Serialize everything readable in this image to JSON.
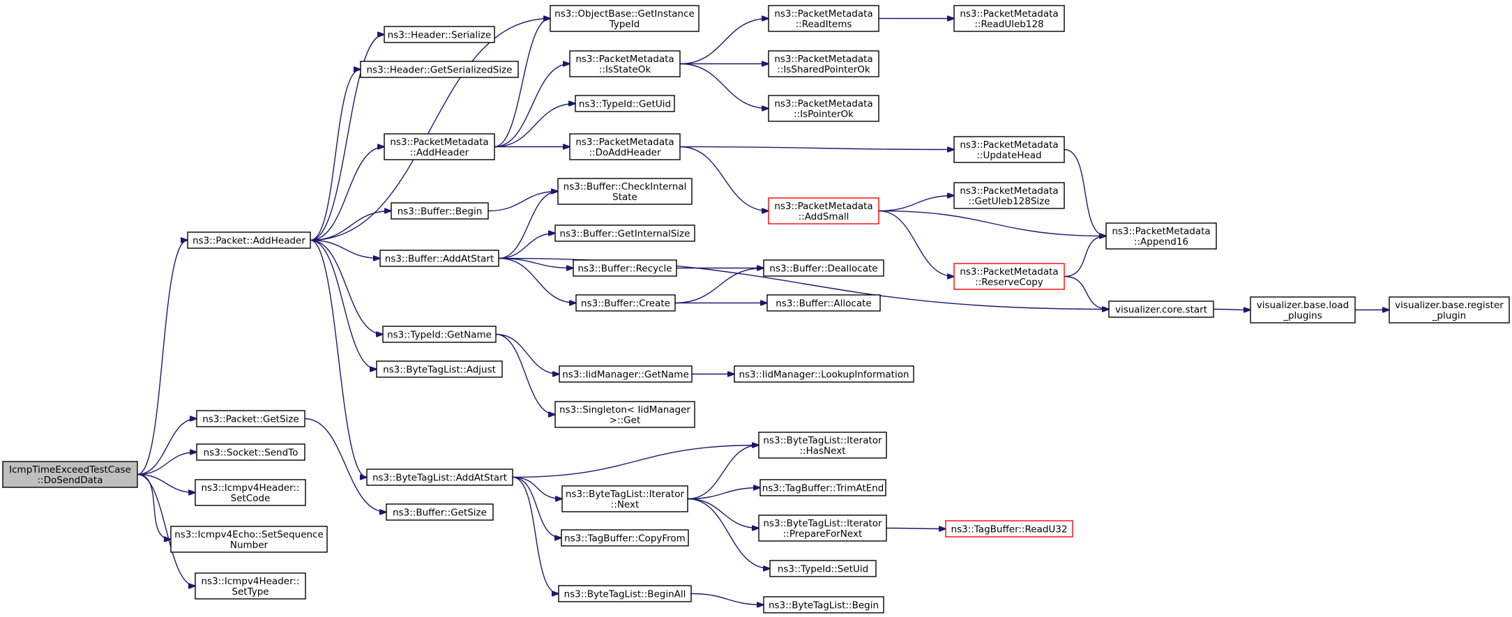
{
  "colors": {
    "edge": "#191970",
    "node_border": "#000000",
    "node_border_truncated": "#ff0000",
    "node_fill": "#ffffff",
    "root_fill": "#bfbfbf",
    "background": "#ffffff"
  },
  "nodes": [
    {
      "id": "root",
      "lines": [
        "IcmpTimeExceedTestCase",
        "::DoSendData"
      ],
      "style": "root"
    },
    {
      "id": "packet_addheader",
      "lines": [
        "ns3::Packet::AddHeader"
      ]
    },
    {
      "id": "packet_getsize",
      "lines": [
        "ns3::Packet::GetSize"
      ]
    },
    {
      "id": "socket_sendto",
      "lines": [
        "ns3::Socket::SendTo"
      ]
    },
    {
      "id": "icmpv4header_setcode",
      "lines": [
        "ns3::Icmpv4Header::",
        "SetCode"
      ]
    },
    {
      "id": "icmpv4echo_setsequence",
      "lines": [
        "ns3::Icmpv4Echo::SetSequence",
        "Number"
      ]
    },
    {
      "id": "icmpv4header_settype",
      "lines": [
        "ns3::Icmpv4Header::",
        "SetType"
      ]
    },
    {
      "id": "header_serialize",
      "lines": [
        "ns3::Header::Serialize"
      ]
    },
    {
      "id": "header_getserializedsize",
      "lines": [
        "ns3::Header::GetSerializedSize"
      ]
    },
    {
      "id": "objectbase_getinstancetypeid",
      "lines": [
        "ns3::ObjectBase::GetInstance",
        "TypeId"
      ]
    },
    {
      "id": "pm_addheader",
      "lines": [
        "ns3::PacketMetadata",
        "::AddHeader"
      ]
    },
    {
      "id": "buffer_begin",
      "lines": [
        "ns3::Buffer::Begin"
      ]
    },
    {
      "id": "buffer_addatstart",
      "lines": [
        "ns3::Buffer::AddAtStart"
      ]
    },
    {
      "id": "typeid_getname",
      "lines": [
        "ns3::TypeId::GetName"
      ]
    },
    {
      "id": "bytetaglist_adjust",
      "lines": [
        "ns3::ByteTagList::Adjust"
      ]
    },
    {
      "id": "bytetaglist_addatstart",
      "lines": [
        "ns3::ByteTagList::AddAtStart"
      ]
    },
    {
      "id": "buffer_getsize",
      "lines": [
        "ns3::Buffer::GetSize"
      ]
    },
    {
      "id": "pm_isstateok",
      "lines": [
        "ns3::PacketMetadata",
        "::IsStateOk"
      ]
    },
    {
      "id": "typeid_getuid",
      "lines": [
        "ns3::TypeId::GetUid"
      ]
    },
    {
      "id": "pm_doaddheader",
      "lines": [
        "ns3::PacketMetadata",
        "::DoAddHeader"
      ]
    },
    {
      "id": "buffer_checkinternalstate",
      "lines": [
        "ns3::Buffer::CheckInternal",
        "State"
      ]
    },
    {
      "id": "buffer_getinternalsize",
      "lines": [
        "ns3::Buffer::GetInternalSize"
      ]
    },
    {
      "id": "buffer_recycle",
      "lines": [
        "ns3::Buffer::Recycle"
      ]
    },
    {
      "id": "buffer_create",
      "lines": [
        "ns3::Buffer::Create"
      ]
    },
    {
      "id": "iidmanager_getname",
      "lines": [
        "ns3::IidManager::GetName"
      ]
    },
    {
      "id": "singleton_get",
      "lines": [
        "ns3::Singleton< IidManager",
        ">::Get"
      ]
    },
    {
      "id": "btl_iterator_next",
      "lines": [
        "ns3::ByteTagList::Iterator",
        "::Next"
      ]
    },
    {
      "id": "tagbuffer_copyfrom",
      "lines": [
        "ns3::TagBuffer::CopyFrom"
      ]
    },
    {
      "id": "bytetaglist_beginall",
      "lines": [
        "ns3::ByteTagList::BeginAll"
      ]
    },
    {
      "id": "pm_readitems",
      "lines": [
        "ns3::PacketMetadata",
        "::ReadItems"
      ]
    },
    {
      "id": "pm_issharedpointerok",
      "lines": [
        "ns3::PacketMetadata",
        "::IsSharedPointerOk"
      ]
    },
    {
      "id": "pm_ispointerok",
      "lines": [
        "ns3::PacketMetadata",
        "::IsPointerOk"
      ]
    },
    {
      "id": "pm_addsmall",
      "lines": [
        "ns3::PacketMetadata",
        "::AddSmall"
      ],
      "style": "truncated"
    },
    {
      "id": "buffer_deallocate",
      "lines": [
        "ns3::Buffer::Deallocate"
      ]
    },
    {
      "id": "buffer_allocate",
      "lines": [
        "ns3::Buffer::Allocate"
      ]
    },
    {
      "id": "iidmanager_lookupinformation",
      "lines": [
        "ns3::IidManager::LookupInformation"
      ]
    },
    {
      "id": "btl_iterator_hasnext",
      "lines": [
        "ns3::ByteTagList::Iterator",
        "::HasNext"
      ]
    },
    {
      "id": "tagbuffer_trimatend",
      "lines": [
        "ns3::TagBuffer::TrimAtEnd"
      ]
    },
    {
      "id": "btl_iterator_preparefornext",
      "lines": [
        "ns3::ByteTagList::Iterator",
        "::PrepareForNext"
      ]
    },
    {
      "id": "typeid_setuid",
      "lines": [
        "ns3::TypeId::SetUid"
      ]
    },
    {
      "id": "bytetaglist_begin",
      "lines": [
        "ns3::ByteTagList::Begin"
      ]
    },
    {
      "id": "pm_readuleb128",
      "lines": [
        "ns3::PacketMetadata",
        "::ReadUleb128"
      ]
    },
    {
      "id": "pm_updatehead",
      "lines": [
        "ns3::PacketMetadata",
        "::UpdateHead"
      ]
    },
    {
      "id": "pm_getuleb128size",
      "lines": [
        "ns3::PacketMetadata",
        "::GetUleb128Size"
      ]
    },
    {
      "id": "pm_append16",
      "lines": [
        "ns3::PacketMetadata",
        "::Append16"
      ]
    },
    {
      "id": "pm_reservecopy",
      "lines": [
        "ns3::PacketMetadata",
        "::ReserveCopy"
      ],
      "style": "truncated"
    },
    {
      "id": "visualizer_core_start",
      "lines": [
        "visualizer.core.start"
      ]
    },
    {
      "id": "tagbuffer_readu32",
      "lines": [
        "ns3::TagBuffer::ReadU32"
      ],
      "style": "truncated"
    },
    {
      "id": "vis_base_load_plugins",
      "lines": [
        "visualizer.base.load",
        "_plugins"
      ]
    },
    {
      "id": "vis_base_register_plugin",
      "lines": [
        "visualizer.base.register",
        "_plugin"
      ]
    }
  ],
  "edges": [
    {
      "from": "root",
      "to": "packet_addheader"
    },
    {
      "from": "root",
      "to": "packet_getsize"
    },
    {
      "from": "root",
      "to": "socket_sendto"
    },
    {
      "from": "root",
      "to": "icmpv4header_setcode"
    },
    {
      "from": "root",
      "to": "icmpv4echo_setsequence"
    },
    {
      "from": "root",
      "to": "icmpv4header_settype"
    },
    {
      "from": "packet_addheader",
      "to": "header_serialize"
    },
    {
      "from": "packet_addheader",
      "to": "header_getserializedsize"
    },
    {
      "from": "packet_addheader",
      "to": "objectbase_getinstancetypeid"
    },
    {
      "from": "packet_addheader",
      "to": "pm_addheader"
    },
    {
      "from": "packet_addheader",
      "to": "buffer_begin"
    },
    {
      "from": "packet_addheader",
      "to": "buffer_addatstart"
    },
    {
      "from": "packet_addheader",
      "to": "typeid_getname"
    },
    {
      "from": "packet_addheader",
      "to": "bytetaglist_adjust"
    },
    {
      "from": "packet_addheader",
      "to": "bytetaglist_addatstart"
    },
    {
      "from": "packet_getsize",
      "to": "buffer_getsize"
    },
    {
      "from": "pm_addheader",
      "to": "objectbase_getinstancetypeid"
    },
    {
      "from": "pm_addheader",
      "to": "pm_isstateok"
    },
    {
      "from": "pm_addheader",
      "to": "typeid_getuid"
    },
    {
      "from": "pm_addheader",
      "to": "pm_doaddheader"
    },
    {
      "from": "buffer_begin",
      "to": "buffer_checkinternalstate"
    },
    {
      "from": "buffer_addatstart",
      "to": "buffer_checkinternalstate"
    },
    {
      "from": "buffer_addatstart",
      "to": "buffer_getinternalsize"
    },
    {
      "from": "buffer_addatstart",
      "to": "buffer_recycle"
    },
    {
      "from": "buffer_addatstart",
      "to": "buffer_create"
    },
    {
      "from": "buffer_addatstart",
      "to": "visualizer_core_start"
    },
    {
      "from": "typeid_getname",
      "to": "iidmanager_getname"
    },
    {
      "from": "typeid_getname",
      "to": "singleton_get"
    },
    {
      "from": "bytetaglist_addatstart",
      "to": "btl_iterator_hasnext"
    },
    {
      "from": "bytetaglist_addatstart",
      "to": "btl_iterator_next"
    },
    {
      "from": "bytetaglist_addatstart",
      "to": "tagbuffer_copyfrom"
    },
    {
      "from": "bytetaglist_addatstart",
      "to": "bytetaglist_beginall"
    },
    {
      "from": "pm_isstateok",
      "to": "pm_readitems"
    },
    {
      "from": "pm_isstateok",
      "to": "pm_issharedpointerok"
    },
    {
      "from": "pm_isstateok",
      "to": "pm_ispointerok"
    },
    {
      "from": "pm_doaddheader",
      "to": "pm_updatehead"
    },
    {
      "from": "pm_doaddheader",
      "to": "pm_addsmall"
    },
    {
      "from": "buffer_recycle",
      "to": "buffer_deallocate"
    },
    {
      "from": "buffer_create",
      "to": "buffer_deallocate"
    },
    {
      "from": "buffer_create",
      "to": "buffer_allocate"
    },
    {
      "from": "iidmanager_getname",
      "to": "iidmanager_lookupinformation"
    },
    {
      "from": "btl_iterator_next",
      "to": "btl_iterator_hasnext"
    },
    {
      "from": "btl_iterator_next",
      "to": "tagbuffer_trimatend"
    },
    {
      "from": "btl_iterator_next",
      "to": "btl_iterator_preparefornext"
    },
    {
      "from": "btl_iterator_next",
      "to": "typeid_setuid"
    },
    {
      "from": "bytetaglist_beginall",
      "to": "bytetaglist_begin"
    },
    {
      "from": "pm_readitems",
      "to": "pm_readuleb128"
    },
    {
      "from": "pm_updatehead",
      "to": "pm_append16"
    },
    {
      "from": "pm_addsmall",
      "to": "pm_getuleb128size"
    },
    {
      "from": "pm_addsmall",
      "to": "pm_append16"
    },
    {
      "from": "pm_addsmall",
      "to": "pm_reservecopy"
    },
    {
      "from": "pm_reservecopy",
      "to": "pm_append16"
    },
    {
      "from": "pm_reservecopy",
      "to": "visualizer_core_start"
    },
    {
      "from": "btl_iterator_preparefornext",
      "to": "tagbuffer_readu32"
    },
    {
      "from": "visualizer_core_start",
      "to": "vis_base_load_plugins"
    },
    {
      "from": "vis_base_load_plugins",
      "to": "vis_base_register_plugin"
    }
  ]
}
